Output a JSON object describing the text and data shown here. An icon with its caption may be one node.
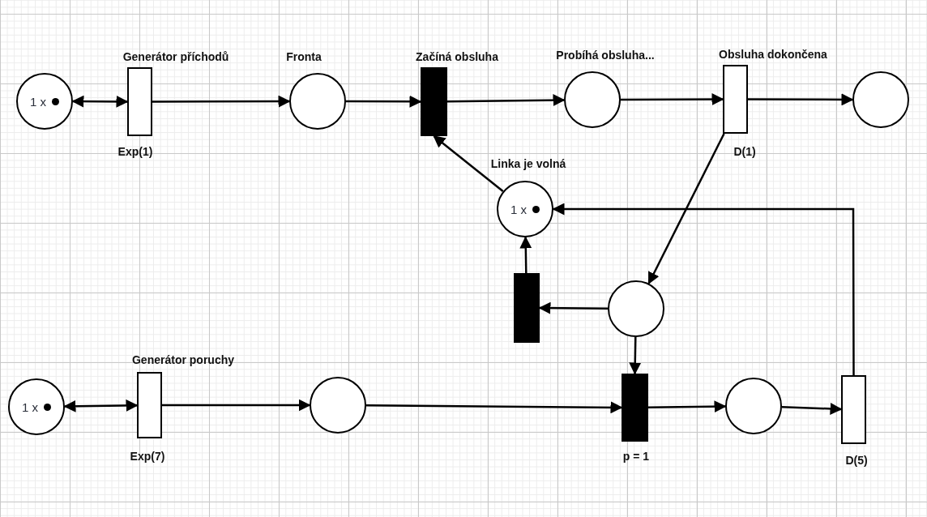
{
  "diagram": {
    "nodes": [
      {
        "text": [
          "1 x"
        ]
      },
      {
        "text": [
          "Generátor příchodů"
        ],
        "beside": [
          "Exp(1)"
        ]
      },
      {
        "text": [
          "Fronta"
        ]
      },
      {
        "text": [
          "Začíná obsluha"
        ]
      },
      {
        "text": [
          "Probíhá obsluha..."
        ]
      },
      {
        "text": [
          "Obsluha dokončena"
        ],
        "beside": [
          "D(1)"
        ]
      },
      {
        "text": [],
        "shape": "circle"
      },
      {
        "text": [
          "Linka je volná",
          "1 x"
        ]
      },
      {
        "text": [],
        "shape": "bar"
      },
      {
        "text": [],
        "shape": "circle"
      },
      {
        "text": [
          "1 x"
        ]
      },
      {
        "text": [
          "Generátor poruchy"
        ],
        "beside": [
          "Exp(7)"
        ]
      },
      {
        "text": [],
        "shape": "circle"
      },
      {
        "text": [],
        "shape": "bar",
        "beside": [
          "p = 1"
        ]
      },
      {
        "text": [],
        "shape": "circle"
      },
      {
        "text": [],
        "shape": "bar",
        "beside": [
          "D(5)"
        ]
      }
    ],
    "edges": [
      {
        "from": 0,
        "to": 1,
        "arrow": "both"
      },
      {
        "from": 1,
        "to": 2,
        "arrow": "to"
      },
      {
        "from": 2,
        "to": 3,
        "arrow": "to"
      },
      {
        "from": 3,
        "to": 4,
        "arrow": "to"
      },
      {
        "from": 4,
        "to": 5,
        "arrow": "to"
      },
      {
        "from": 5,
        "to": 6,
        "arrow": "to"
      },
      {
        "from": 7,
        "to": 3,
        "arrow": "to"
      },
      {
        "from": 5,
        "to": 9,
        "arrow": "to"
      },
      {
        "from": 9,
        "to": 8,
        "arrow": "to"
      },
      {
        "from": 8,
        "to": 7,
        "arrow": "to"
      },
      {
        "from": 9,
        "to": 13,
        "arrow": "to"
      },
      {
        "from": 15,
        "to": 7,
        "arrow": "to"
      },
      {
        "from": 10,
        "to": 11,
        "arrow": "both"
      },
      {
        "from": 11,
        "to": 12,
        "arrow": "to"
      },
      {
        "from": 12,
        "to": 13,
        "arrow": "to"
      },
      {
        "from": 13,
        "to": 14,
        "arrow": "to"
      },
      {
        "from": 14,
        "to": 15,
        "arrow": "to"
      }
    ]
  }
}
